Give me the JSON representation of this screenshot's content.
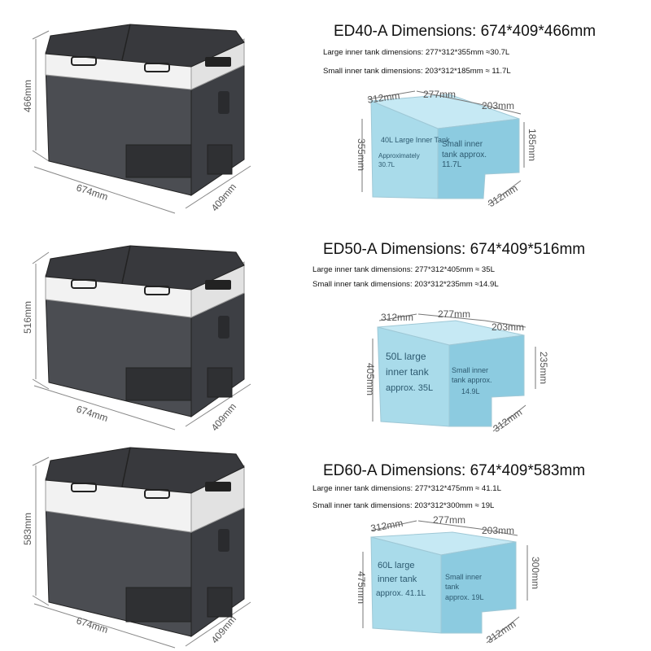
{
  "models": [
    {
      "title": "ED40-A Dimensions: 674*409*466mm",
      "large_spec": "Large inner tank dimensions: 277*312*355mm ≈30.7L",
      "small_spec": "Small inner tank dimensions: 203*312*185mm ≈ 11.7L",
      "fridge": {
        "width": "674mm",
        "depth": "409mm",
        "height": "466mm"
      },
      "tank": {
        "top_depth": "312mm",
        "top_large": "277mm",
        "top_small": "203mm",
        "large_height": "355mm",
        "small_height": "185mm",
        "small_depth": "312mm",
        "large_label_1": "40L Large Inner Tank",
        "large_label_2": "Approximately",
        "large_label_3": "30.7L",
        "small_label_1": "Small inner",
        "small_label_2": "tank approx.",
        "small_label_3": "11.7L"
      }
    },
    {
      "title": "ED50-A Dimensions: 674*409*516mm",
      "large_spec": "Large inner tank dimensions: 277*312*405mm ≈ 35L",
      "small_spec": "Small inner tank dimensions: 203*312*235mm ≈14.9L",
      "fridge": {
        "width": "674mm",
        "depth": "409mm",
        "height": "516mm"
      },
      "tank": {
        "top_depth": "312mm",
        "top_large": "277mm",
        "top_small": "203mm",
        "large_height": "405mm",
        "small_height": "235mm",
        "small_depth": "312mm",
        "large_label_1": "50L large",
        "large_label_2": "inner tank",
        "large_label_3": "approx. 35L",
        "small_label_1": "Small inner",
        "small_label_2": "tank approx.",
        "small_label_3": "14.9L"
      }
    },
    {
      "title": "ED60-A Dimensions: 674*409*583mm",
      "large_spec": "Large inner tank dimensions: 277*312*475mm ≈ 41.1L",
      "small_spec": "Small inner tank dimensions: 203*312*300mm ≈ 19L",
      "fridge": {
        "width": "674mm",
        "depth": "409mm",
        "height": "583mm"
      },
      "tank": {
        "top_depth": "312mm",
        "top_large": "277mm",
        "top_small": "203mm",
        "large_height": "475mm",
        "small_height": "300mm",
        "small_depth": "312mm",
        "large_label_1": "60L large",
        "large_label_2": "inner tank",
        "large_label_3": "approx. 41.1L",
        "small_label_1": "Small inner",
        "small_label_2": "tank",
        "small_label_3": "approx. 19L"
      }
    }
  ],
  "colors": {
    "lid": "#3a3c40",
    "body": "#4a4c50",
    "band": "#f4f4f4",
    "tank_face": "#a9dbea",
    "tank_top": "#c6e9f4",
    "tank_side": "#8ccbe0"
  }
}
